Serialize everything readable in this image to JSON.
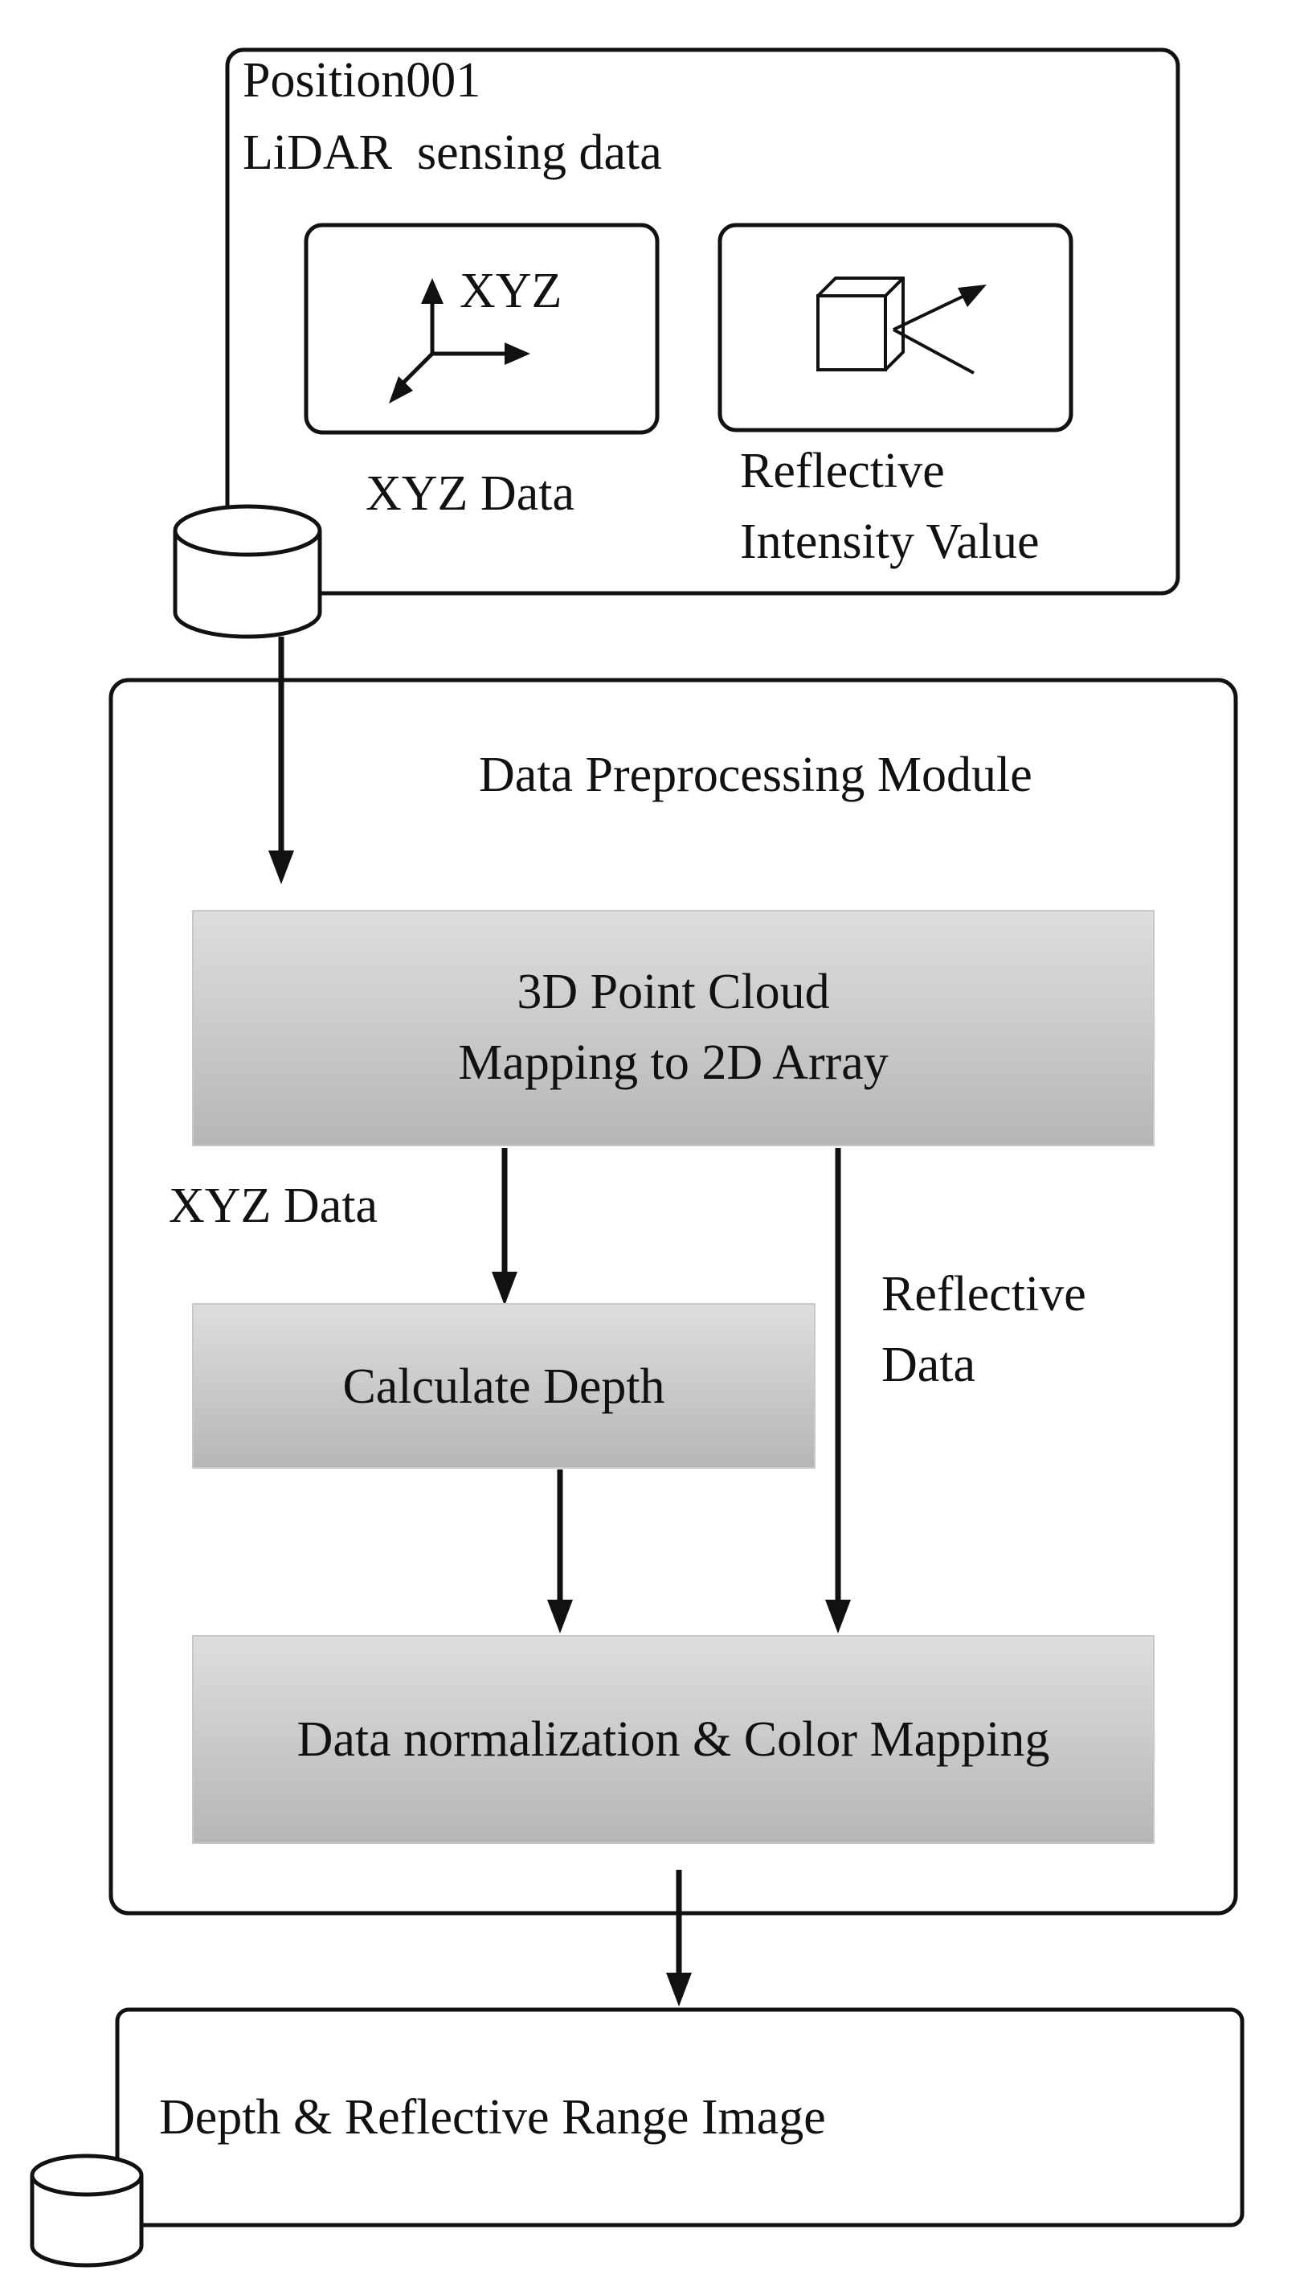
{
  "position_box": {
    "title": "Position001",
    "subtitle": "LiDAR  sensing data",
    "xyz_icon_text": "XYZ",
    "xyz_caption": "XYZ Data",
    "reflective_caption_line1": "Reflective",
    "reflective_caption_line2": "Intensity Value"
  },
  "module": {
    "title": "Data Preprocessing Module",
    "step1_line1": "3D Point Cloud",
    "step1_line2": "Mapping to 2D Array",
    "xyz_label": "XYZ Data",
    "reflective_label_line1": "Reflective",
    "reflective_label_line2": "Data",
    "step2": "Calculate Depth",
    "step3": "Data normalization & Color Mapping"
  },
  "output": {
    "label": "Depth & Reflective Range Image"
  },
  "colors": {
    "process_box_fill_top": "#dcdcdc",
    "process_box_fill_bottom": "#b8b8b8",
    "stroke": "#111111"
  }
}
